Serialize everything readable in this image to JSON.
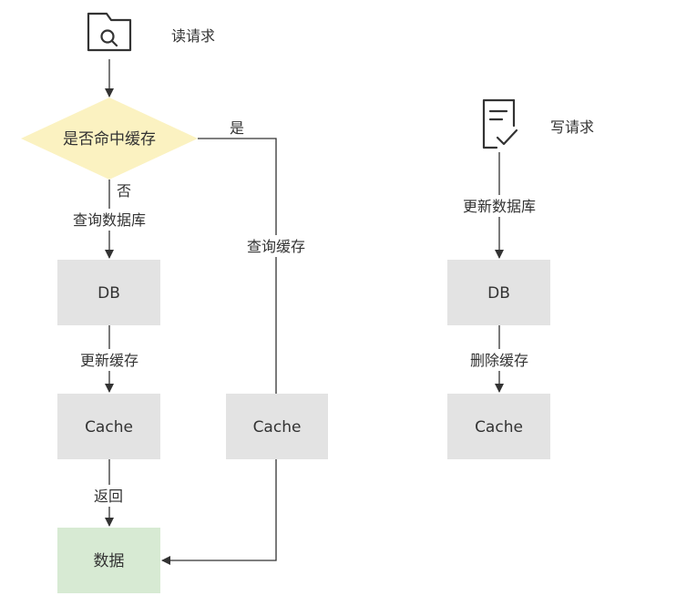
{
  "read_flow": {
    "title": "读请求",
    "decision": "是否命中缓存",
    "yes_label": "是",
    "no_label": "否",
    "query_db_label": "查询数据库",
    "db_box": "DB",
    "update_cache_label": "更新缓存",
    "cache_box": "Cache",
    "return_label": "返回",
    "data_box": "数据",
    "query_cache_label": "查询缓存",
    "cache_hit_box": "Cache"
  },
  "write_flow": {
    "title": "写请求",
    "update_db_label": "更新数据库",
    "db_box": "DB",
    "delete_cache_label": "删除缓存",
    "cache_box": "Cache"
  },
  "icons": {
    "read_icon": "folder-search-icon",
    "write_icon": "clipboard-check-icon"
  },
  "colors": {
    "process_box": "#e3e3e3",
    "decision": "#fbf2c1",
    "data_box": "#d7ead3",
    "line": "#333333"
  }
}
